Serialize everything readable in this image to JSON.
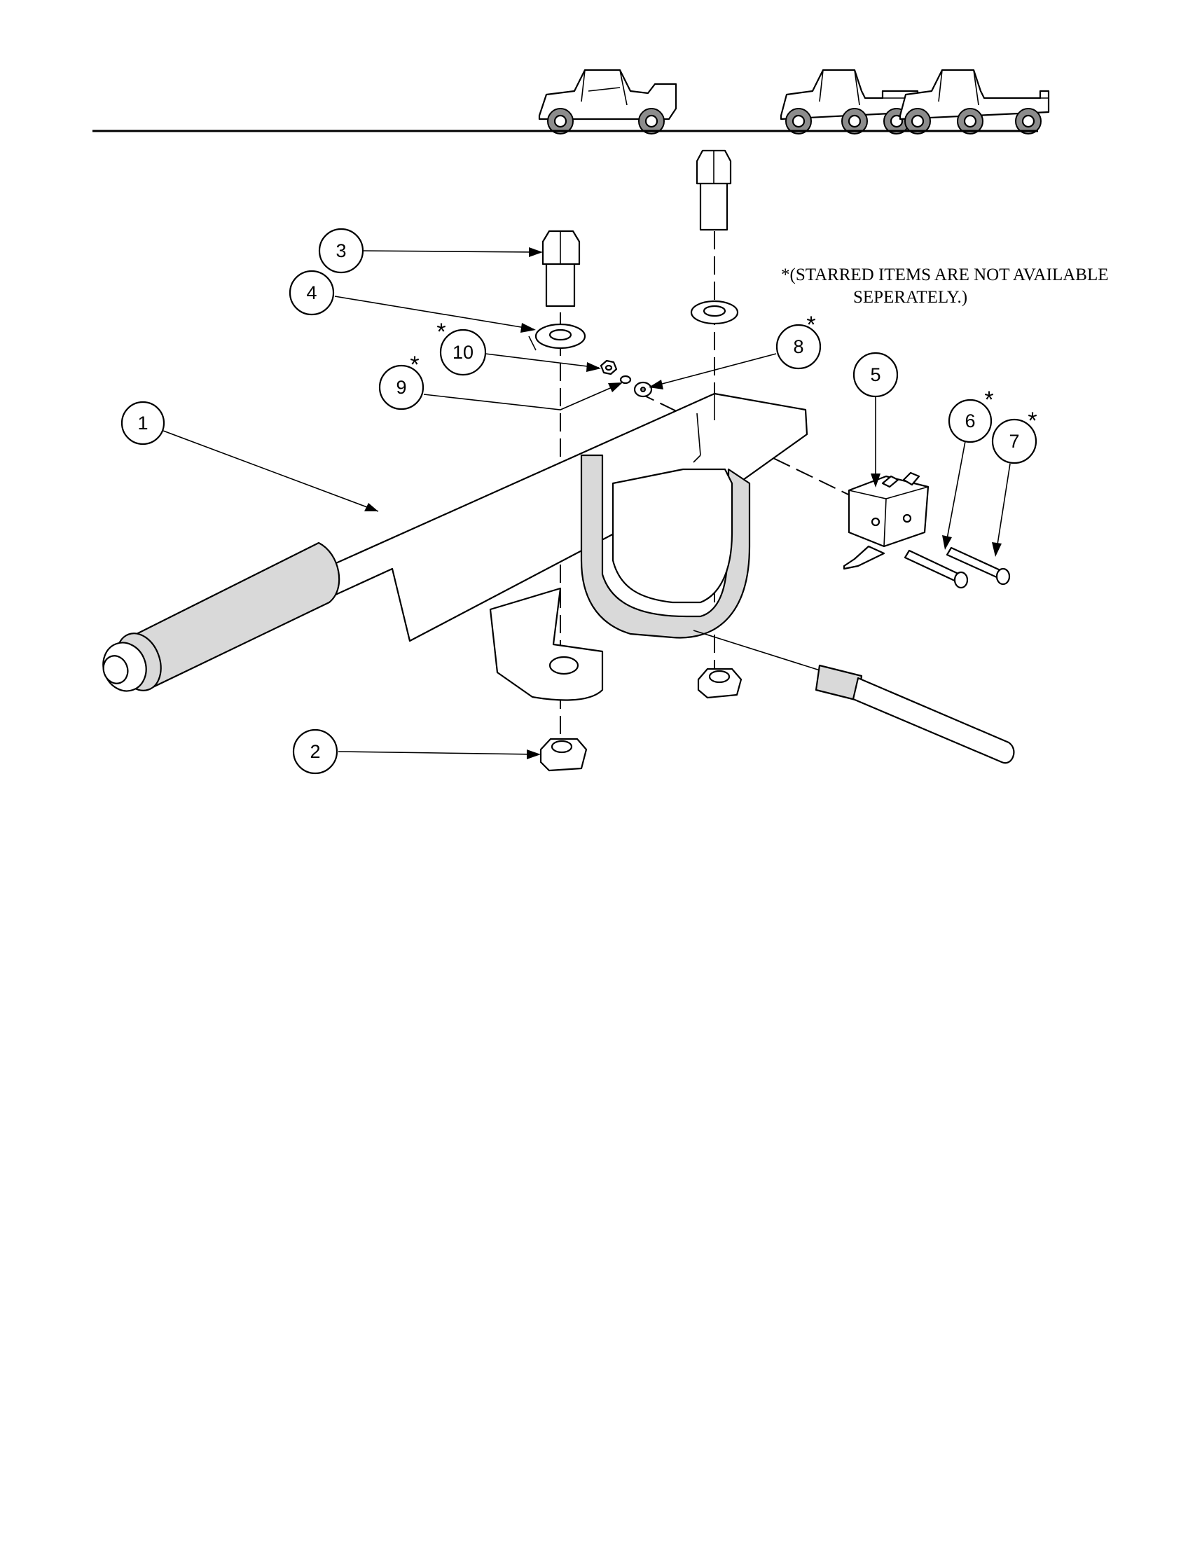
{
  "header": {
    "vehicle_icons": [
      "utility-vehicle-short-bed-icon",
      "utility-vehicle-cargo-bed-icon",
      "utility-vehicle-long-flatbed-icon"
    ]
  },
  "note": {
    "line1": "*(STARRED ITEMS ARE NOT AVAILABLE",
    "line2": "SEPERATELY.)"
  },
  "callouts": [
    {
      "label": "1",
      "starred": false
    },
    {
      "label": "2",
      "starred": false
    },
    {
      "label": "3",
      "starred": false
    },
    {
      "label": "4",
      "starred": false
    },
    {
      "label": "5",
      "starred": false
    },
    {
      "label": "6",
      "starred": true
    },
    {
      "label": "7",
      "starred": true
    },
    {
      "label": "8",
      "starred": true
    },
    {
      "label": "9",
      "starred": true
    },
    {
      "label": "10",
      "starred": true
    }
  ],
  "star_symbol": "*"
}
